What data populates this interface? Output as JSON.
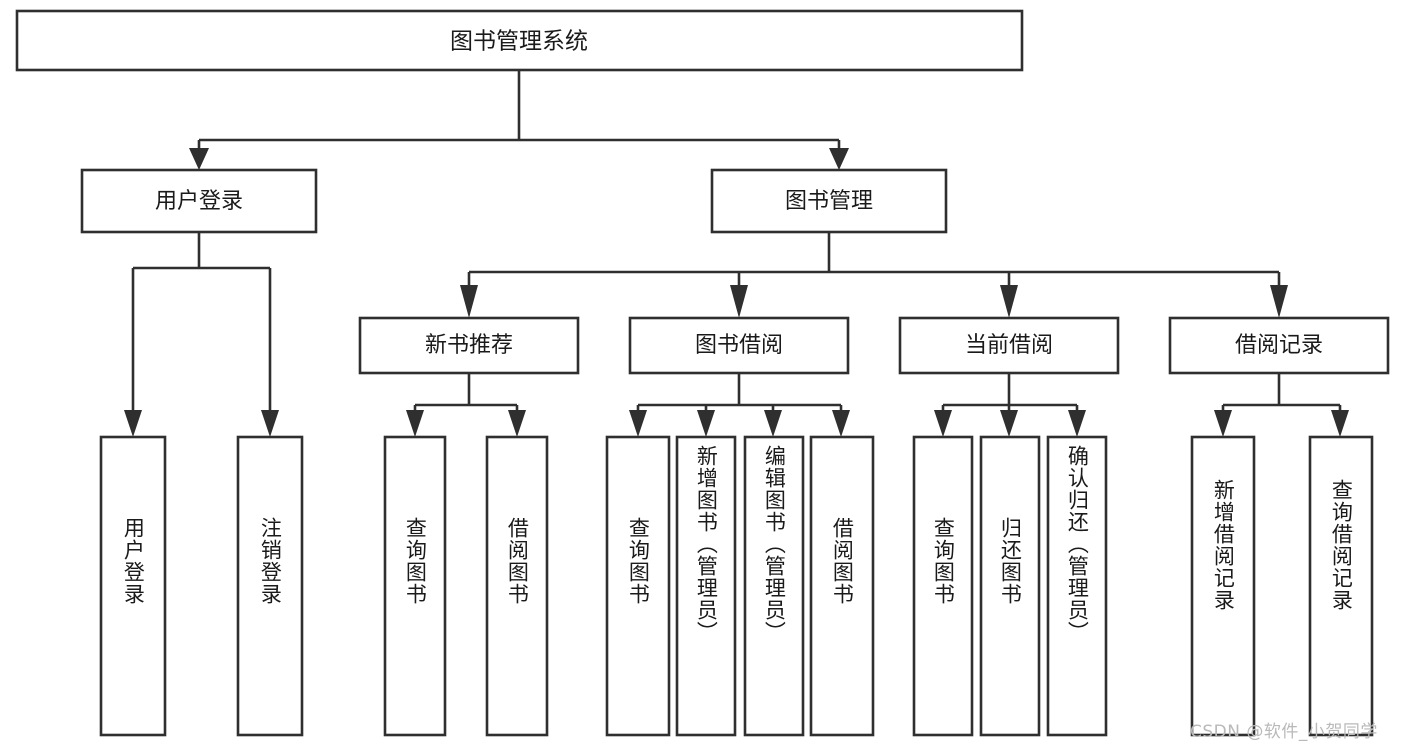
{
  "diagram": {
    "type": "tree-hierarchy",
    "title": "图书管理系统",
    "root": {
      "id": "root",
      "label": "图书管理系统",
      "orientation": "horizontal"
    },
    "level2": [
      {
        "id": "user-login",
        "label": "用户登录",
        "orientation": "horizontal"
      },
      {
        "id": "book-manage",
        "label": "图书管理",
        "orientation": "horizontal"
      }
    ],
    "level3": [
      {
        "id": "new-book-rec",
        "label": "新书推荐",
        "orientation": "horizontal",
        "parent": "book-manage"
      },
      {
        "id": "book-borrow",
        "label": "图书借阅",
        "orientation": "horizontal",
        "parent": "book-manage"
      },
      {
        "id": "current-borrow",
        "label": "当前借阅",
        "orientation": "horizontal",
        "parent": "book-manage"
      },
      {
        "id": "borrow-record",
        "label": "借阅记录",
        "orientation": "horizontal",
        "parent": "book-manage"
      }
    ],
    "leaves": [
      {
        "id": "leaf-user-login",
        "label": "用户登录",
        "orientation": "vertical",
        "parent": "user-login"
      },
      {
        "id": "leaf-user-logout",
        "label": "注销登录",
        "orientation": "vertical",
        "parent": "user-login"
      },
      {
        "id": "leaf-query-book-1",
        "label": "查询图书",
        "orientation": "vertical",
        "parent": "new-book-rec"
      },
      {
        "id": "leaf-borrow-book-1",
        "label": "借阅图书",
        "orientation": "vertical",
        "parent": "new-book-rec"
      },
      {
        "id": "leaf-query-book-2",
        "label": "查询图书",
        "orientation": "vertical",
        "parent": "book-borrow"
      },
      {
        "id": "leaf-add-book",
        "label": "新增图书（管理员）",
        "orientation": "vertical",
        "parent": "book-borrow"
      },
      {
        "id": "leaf-edit-book",
        "label": "编辑图书（管理员）",
        "orientation": "vertical",
        "parent": "book-borrow"
      },
      {
        "id": "leaf-borrow-book-2",
        "label": "借阅图书",
        "orientation": "vertical",
        "parent": "book-borrow"
      },
      {
        "id": "leaf-query-book-3",
        "label": "查询图书",
        "orientation": "vertical",
        "parent": "current-borrow"
      },
      {
        "id": "leaf-return-book",
        "label": "归还图书",
        "orientation": "vertical",
        "parent": "current-borrow"
      },
      {
        "id": "leaf-confirm-return",
        "label": "确认归还（管理员）",
        "orientation": "vertical",
        "parent": "current-borrow"
      },
      {
        "id": "leaf-add-record",
        "label": "新增借阅记录",
        "orientation": "vertical",
        "parent": "borrow-record"
      },
      {
        "id": "leaf-query-record",
        "label": "查询借阅记录",
        "orientation": "vertical",
        "parent": "borrow-record"
      }
    ]
  },
  "watermark": {
    "text": "CSDN @软件_小贺同学"
  },
  "colors": {
    "stroke": "#2f2f2f",
    "box_fill": "#ffffff",
    "text": "#1a1a1a",
    "watermark": "#b9b9b9",
    "background": "#ffffff"
  }
}
